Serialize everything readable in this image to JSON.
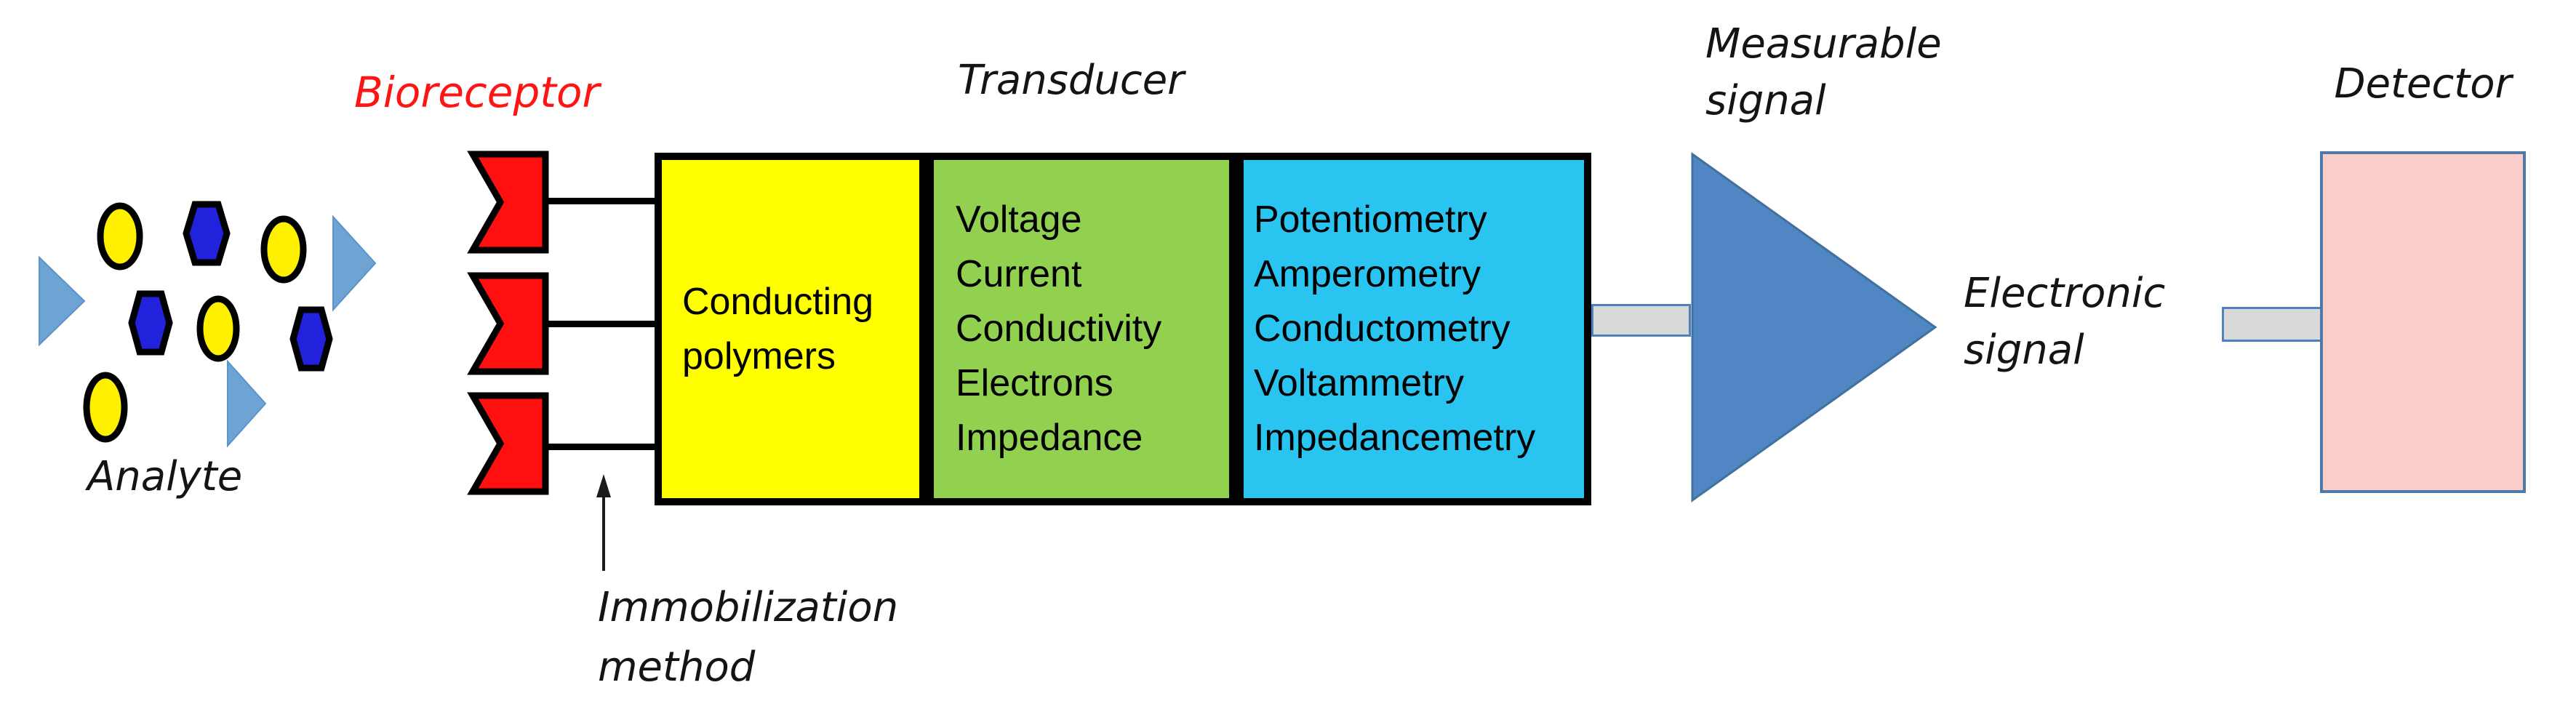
{
  "diagram": {
    "analyte_label": "Analyte",
    "bioreceptor_label": "Bioreceptor",
    "transducer_label": "Transducer",
    "measurable_signal": {
      "line1": "Measurable",
      "line2": "signal"
    },
    "electronic_signal": {
      "line1": "Electronic",
      "line2": "signal"
    },
    "detector_label": "Detector",
    "immobilization": {
      "line1": "Immobilization",
      "line2": "method"
    }
  },
  "transducer_boxes": {
    "conducting": {
      "lines": [
        "Conducting",
        "polymers"
      ]
    },
    "quantities": {
      "lines": [
        "Voltage",
        "Current",
        "Conductivity",
        "Electrons",
        "Impedance"
      ]
    },
    "techniques": {
      "lines": [
        "Potentiometry",
        "Amperometry",
        "Conductometry",
        "Voltammetry",
        "Impedancemetry"
      ]
    }
  },
  "shapes": {
    "analyte_triangle_count": 3,
    "analyte_oval_count": 4,
    "analyte_hexagon_count": 3,
    "bioreceptor_count": 3,
    "wire_count": 3
  },
  "icons": {
    "analyte_triangle": "right-pointing-triangle",
    "analyte_oval": "oval",
    "analyte_hexagon": "hexagon",
    "bioreceptor": "red-notched-flag",
    "measurable_signal_arrow": "large-right-triangle",
    "immobilization_arrow": "thin-up-arrow",
    "connector_bar": "gray-rectangle"
  },
  "colors": {
    "bioreceptor_label_red": "#ff1414",
    "bioreceptor_shape": "#ff0f0f",
    "conducting_box": "#ffff00",
    "quantities_box": "#92d050",
    "techniques_box": "#29c4f0",
    "signal_triangle": "#4f86c3",
    "signal_triangle_border": "#41719c",
    "analyte_triangle": "#6ea4d4",
    "analyte_hexagon": "#2222dd",
    "analyte_oval": "#fff000",
    "detector_fill": "#fbcdcb",
    "detector_border": "#4e79a9",
    "connector_fill": "#d9d9d9",
    "connector_border": "#4f81bd",
    "outline": "#000000"
  }
}
